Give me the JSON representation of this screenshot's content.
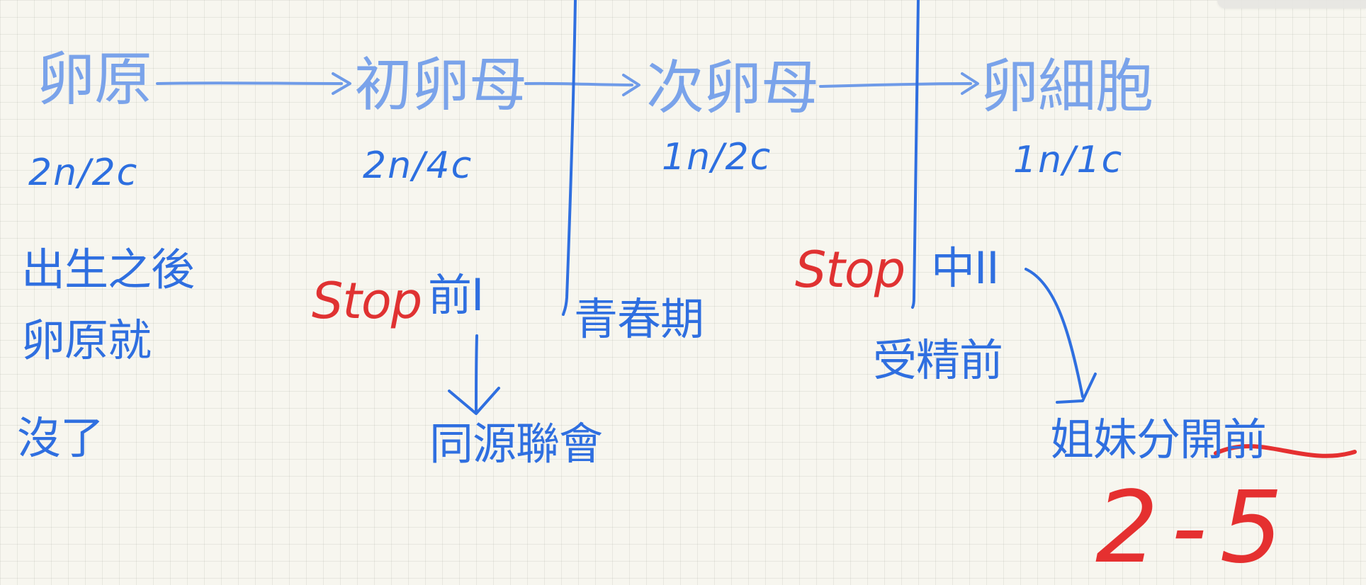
{
  "stages": [
    {
      "name": "卵原",
      "ploidy": "2n/2c"
    },
    {
      "name": "初卵母",
      "ploidy": "2n/4c"
    },
    {
      "name": "次卵母",
      "ploidy": "1n/2c"
    },
    {
      "name": "卵細胞",
      "ploidy": "1n/1c"
    }
  ],
  "notes": {
    "oogonia_note": [
      "出生之後",
      "卵原就",
      "沒了"
    ],
    "prophase_stop": "Stop",
    "prophase_label": "前I",
    "synapsis_label": "同源聯會",
    "puberty_label": "青春期",
    "metaphase_stop": "Stop",
    "metaphase_label": "中II",
    "prefertilization_label": "受精前",
    "sister_separation_label": "姐妹分開前",
    "page_number": "2-5"
  },
  "colors": {
    "stage_ink": "#7aa3ea",
    "blue_ink": "#2f6fe0",
    "red_ink": "#e03232",
    "paper": "#f7f6ef"
  }
}
